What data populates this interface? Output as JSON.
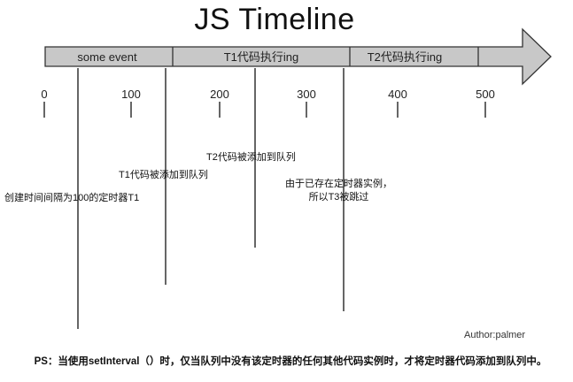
{
  "title": "JS Timeline",
  "segments": [
    {
      "label": "some event"
    },
    {
      "label": "T1代码执行ing"
    },
    {
      "label": "T2代码执行ing"
    }
  ],
  "ticks": [
    "0",
    "100",
    "200",
    "300",
    "400",
    "500"
  ],
  "annotations": {
    "create_timer": "创建时间间隔为100的定时器T1",
    "t1_added": "T1代码被添加到队列",
    "t2_added": "T2代码被添加到队列",
    "t3_skipped_line1": "由于已存在定时器实例，",
    "t3_skipped_line2": "所以T3被跳过"
  },
  "author": "Author:palmer",
  "footnote": "PS：当使用setInterval（）时，仅当队列中没有该定时器的任何其他代码实例时，才将定时器代码添加到队列中。",
  "colors": {
    "bar_fill": "#c8c8c8",
    "stroke": "#333333"
  }
}
